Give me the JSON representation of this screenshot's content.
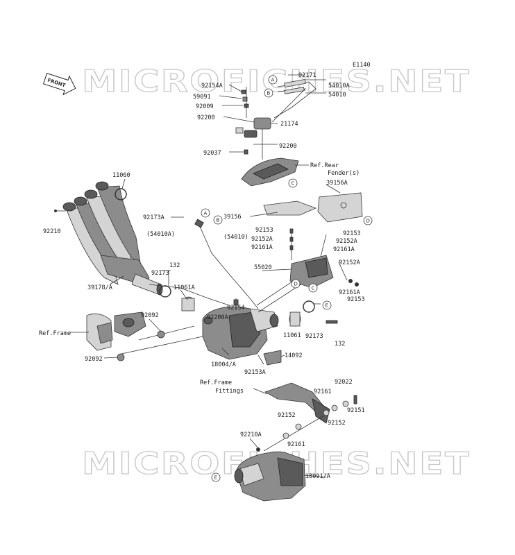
{
  "diagram_code": "E1140",
  "front_arrow": "FRONT",
  "watermarks": [
    "MICROFICHES.NET",
    "MICROFICHES.NET"
  ],
  "ref_letters": [
    "A",
    "B",
    "A",
    "B",
    "C",
    "C",
    "D",
    "D",
    "E",
    "E"
  ],
  "labels": {
    "l92171": "92171",
    "l54010A": "54010A",
    "l54010": "54010",
    "l92154A": "92154A",
    "l59091": "59091",
    "l92009": "92009",
    "l92200a": "92200",
    "l21174": "21174",
    "l92037": "92037",
    "l92200b": "92200",
    "refRear": "Ref.Rear",
    "fender": "Fender(s)",
    "l11060": "11060",
    "l39156A": "39156A",
    "l92210": "92210",
    "l92173A": "92173A",
    "l39156": "39156",
    "l54010Ap": "(54010A)",
    "l54010p": "(54010)",
    "l92153a": "92153",
    "l92153b": "92153",
    "l92152Aa": "92152A",
    "l92152Ab": "92152A",
    "l92161Aa": "92161A",
    "l92161Ab": "92161A",
    "l55020": "55020",
    "l92152A2": "92152A",
    "l132a": "132",
    "l92173a": "92173",
    "l39178A": "39178/A",
    "l11061A": "11061A",
    "l92154": "92154",
    "l92161A2": "92161A",
    "l92153c": "92153",
    "l92200A": "92200A",
    "l92092a": "92092",
    "refFrame1": "Ref.Frame",
    "l11061": "11061",
    "l92173b": "92173",
    "l132b": "132",
    "l92092b": "92092",
    "l18004A": "18004/A",
    "l14092": "14092",
    "l92153A": "92153A",
    "refFrame2": "Ref.Frame",
    "fittings": "Fittings",
    "l92022": "92022",
    "l92161a": "92161",
    "l92151": "92151",
    "l92152a": "92152",
    "l92152b": "92152",
    "l92210A": "92210A",
    "l92161b": "92161",
    "l18091A": "18091/A"
  }
}
